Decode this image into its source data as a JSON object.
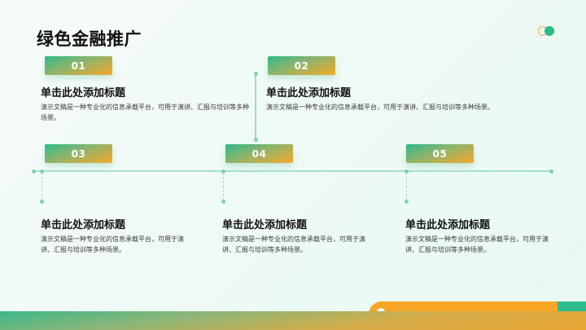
{
  "slide": {
    "title": "绿色金融推广",
    "items": [
      {
        "number": "01",
        "heading": "单击此处添加标题",
        "description": "演示文稿是一种专业化的信息承载平台，可用于演讲、汇报与培训等多种场景。"
      },
      {
        "number": "02",
        "heading": "单击此处添加标题",
        "description": "演示文稿是一种专业化的信息承载平台，可用于演讲、汇报与培训等多种场景。"
      },
      {
        "number": "03",
        "heading": "单击此处添加标题",
        "description": "演示文稿是一种专业化的信息承载平台，可用于演讲、汇报与培训等多种场景。"
      },
      {
        "number": "04",
        "heading": "单击此处添加标题",
        "description": "演示文稿是一种专业化的信息承载平台，可用于演讲、汇报与培训等多种场景。"
      },
      {
        "number": "05",
        "heading": "单击此处添加标题",
        "description": "演示文稿是一种专业化的信息承载平台，可用于演讲、汇报与培训等多种场景。"
      }
    ]
  },
  "colors": {
    "primary_green": "#2dbb8c",
    "accent_orange": "#f6a623",
    "timeline_line": "#a8dfc9",
    "background": "#eefaf5"
  }
}
